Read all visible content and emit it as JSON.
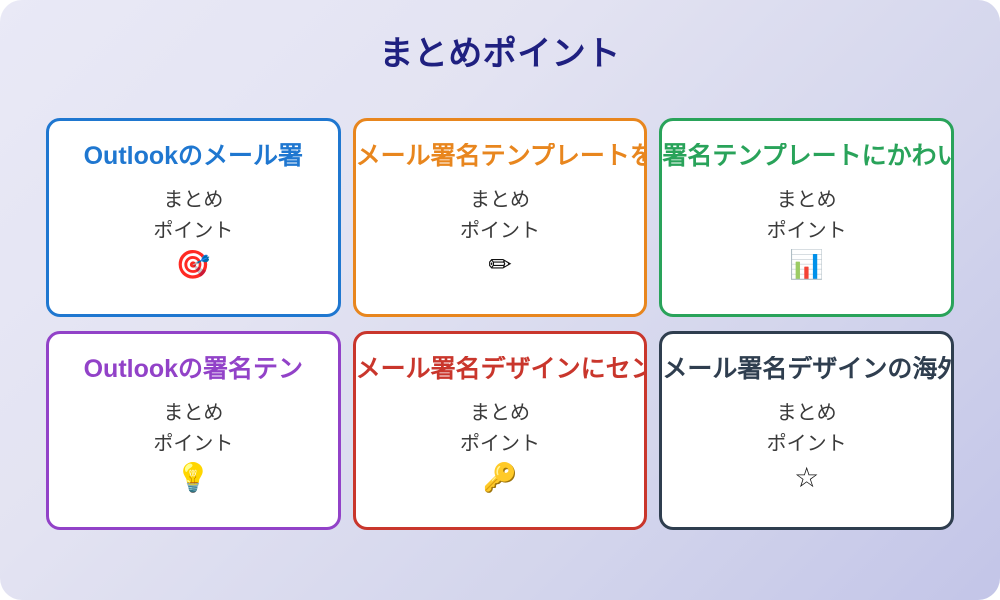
{
  "header": {
    "title": "まとめポイント"
  },
  "theme": {
    "background_from": "#e9e9f6",
    "background_to": "#c3c5e8",
    "title_color": "#1f2080",
    "card_fill": "#ffffff",
    "body_text_color": "#3a3a3a"
  },
  "cards": [
    {
      "title": "Outlookのメール署",
      "body": "まとめ\nポイント",
      "icon": "🎯",
      "icon_name": "target-dart-icon",
      "accent": "#1f77d0",
      "accent_name": "blue"
    },
    {
      "title": "メール署名テンプレートを",
      "body": "まとめ\nポイント",
      "icon": "✏",
      "icon_name": "pencil-icon",
      "accent": "#e8861e",
      "accent_name": "orange"
    },
    {
      "title": "署名テンプレートにかわい",
      "body": "まとめ\nポイント",
      "icon": "📊",
      "icon_name": "bar-chart-icon",
      "accent": "#29a35a",
      "accent_name": "green"
    },
    {
      "title": "Outlookの署名テン",
      "body": "まとめ\nポイント",
      "icon": "💡",
      "icon_name": "lightbulb-icon",
      "accent": "#9242c8",
      "accent_name": "purple"
    },
    {
      "title": "メール署名デザインにセン",
      "body": "まとめ\nポイント",
      "icon": "🔑",
      "icon_name": "key-icon",
      "accent": "#c9362c",
      "accent_name": "red"
    },
    {
      "title": "メール署名デザインの海外",
      "body": "まとめ\nポイント",
      "icon": "☆",
      "icon_name": "star-icon",
      "accent": "#2f3e4f",
      "accent_name": "slate"
    }
  ]
}
